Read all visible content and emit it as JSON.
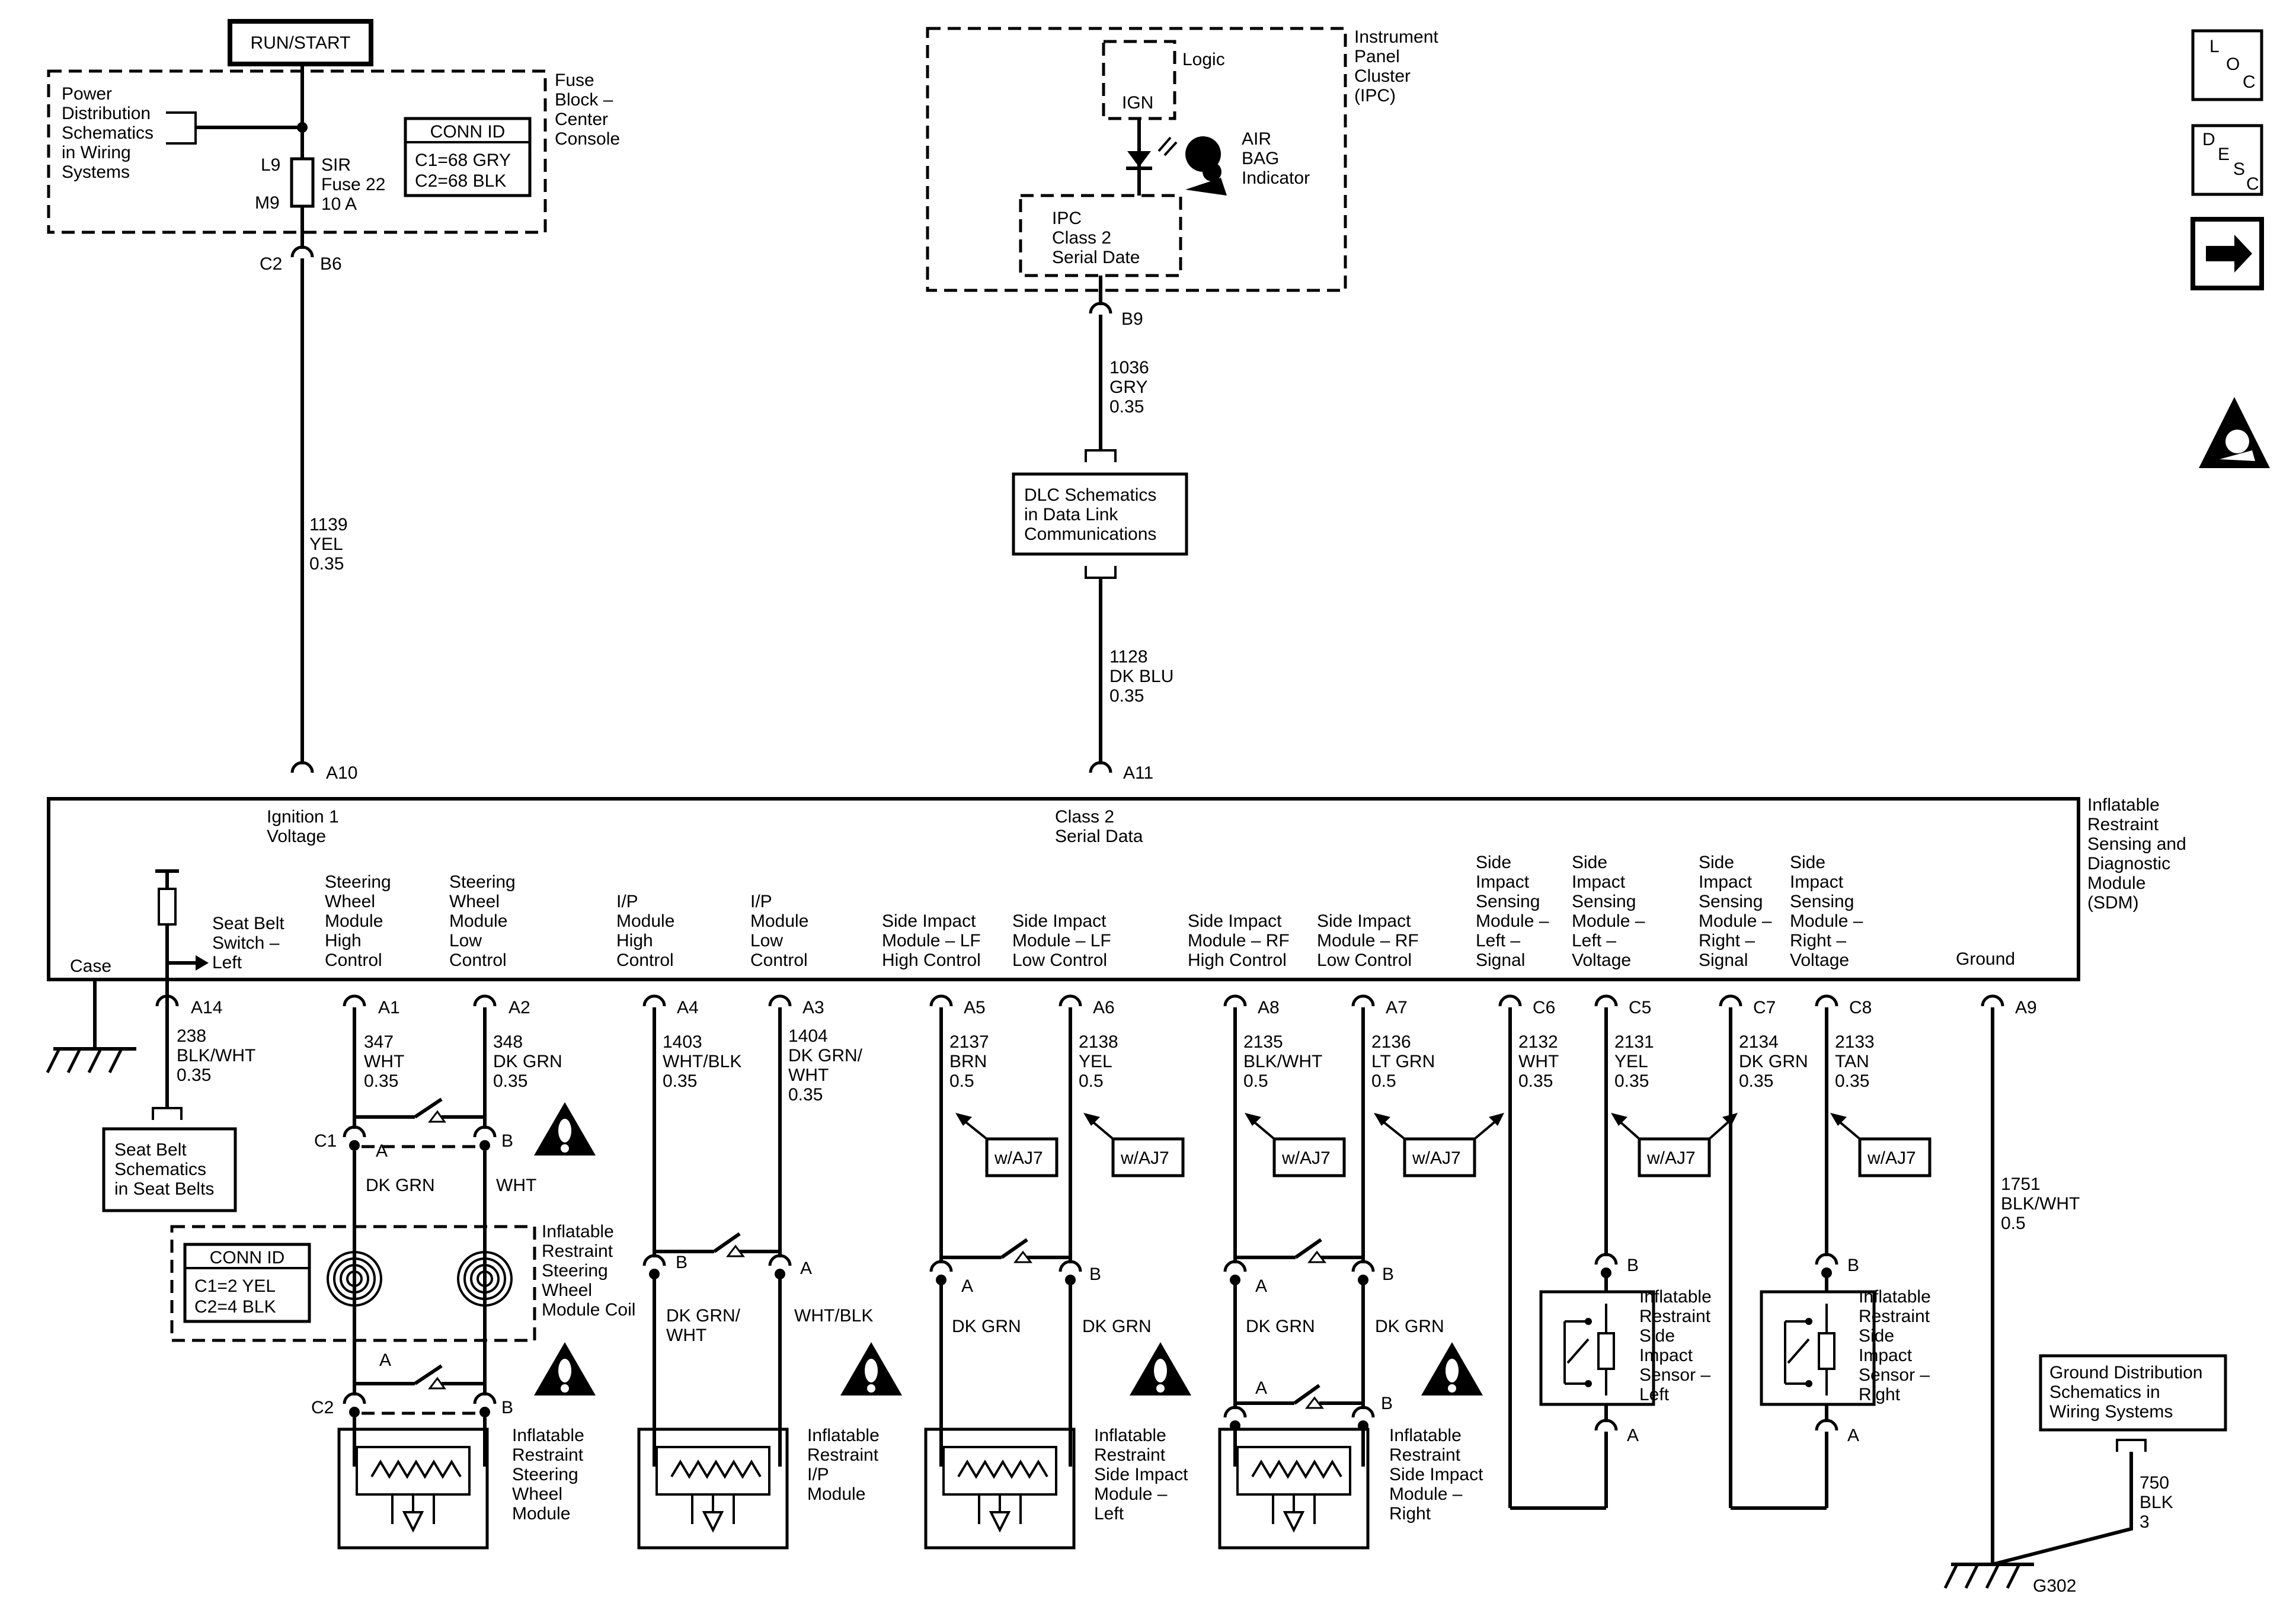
{
  "top": {
    "run_start": "RUN/START",
    "fuse_block_label": [
      "Fuse",
      "Block –",
      "Center",
      "Console"
    ],
    "power_dist_label": [
      "Power",
      "Distribution",
      "Schematics",
      "in Wiring",
      "Systems"
    ],
    "conn_id_title": "CONN ID",
    "conn_id_lines": [
      "C1=68 GRY",
      "C2=68 BLK"
    ],
    "fuse_l9": "L9",
    "fuse_m9": "M9",
    "fuse_label": [
      "SIR",
      "Fuse 22",
      "10 A"
    ],
    "c2": "C2",
    "b6": "B6",
    "wire_1139": [
      "1139",
      "YEL",
      "0.35"
    ],
    "a10": "A10"
  },
  "ipc": {
    "label": [
      "Instrument",
      "Panel",
      "Cluster",
      "(IPC)"
    ],
    "logic": "Logic",
    "ign": "IGN",
    "airbag": [
      "AIR",
      "BAG",
      "Indicator"
    ],
    "class2": [
      "IPC",
      "Class 2",
      "Serial Date"
    ],
    "b9": "B9",
    "wire_1036": [
      "1036",
      "GRY",
      "0.35"
    ],
    "dlc": [
      "DLC Schematics",
      "in Data Link",
      "Communications"
    ],
    "wire_1128": [
      "1128",
      "DK BLU",
      "0.35"
    ],
    "a11": "A11"
  },
  "side_icons": {
    "loc": [
      "L",
      "O",
      "C"
    ],
    "desc": [
      "D",
      "E",
      "S",
      "C"
    ]
  },
  "sdm": {
    "label": [
      "Inflatable",
      "Restraint",
      "Sensing and",
      "Diagnostic",
      "Module",
      "(SDM)"
    ],
    "ign_voltage": [
      "Ignition 1",
      "Voltage"
    ],
    "class2_data": [
      "Class 2",
      "Serial Data"
    ],
    "case": "Case",
    "seat_belt_switch": [
      "Seat Belt",
      "Switch –",
      "Left"
    ],
    "ground": "Ground",
    "pins": [
      {
        "label": [
          "Steering",
          "Wheel",
          "Module",
          "High",
          "Control"
        ],
        "pin": "A1",
        "wire": [
          "347",
          "WHT",
          "0.35"
        ]
      },
      {
        "label": [
          "Steering",
          "Wheel",
          "Module",
          "Low",
          "Control"
        ],
        "pin": "A2",
        "wire": [
          "348",
          "DK GRN",
          "0.35"
        ]
      },
      {
        "label": [
          "I/P",
          "Module",
          "High",
          "Control"
        ],
        "pin": "A4",
        "wire": [
          "1403",
          "WHT/BLK",
          "0.35"
        ]
      },
      {
        "label": [
          "I/P",
          "Module",
          "Low",
          "Control"
        ],
        "pin": "A3",
        "wire": [
          "1404",
          "DK GRN/",
          "WHT",
          "0.35"
        ]
      },
      {
        "label": [
          "Side Impact",
          "Module – LF",
          "High Control"
        ],
        "pin": "A5",
        "wire": [
          "2137",
          "BRN",
          "0.5"
        ]
      },
      {
        "label": [
          "Side Impact",
          "Module – LF",
          "Low Control"
        ],
        "pin": "A6",
        "wire": [
          "2138",
          "YEL",
          "0.5"
        ]
      },
      {
        "label": [
          "Side Impact",
          "Module – RF",
          "High Control"
        ],
        "pin": "A8",
        "wire": [
          "2135",
          "BLK/WHT",
          "0.5"
        ]
      },
      {
        "label": [
          "Side Impact",
          "Module – RF",
          "Low Control"
        ],
        "pin": "A7",
        "wire": [
          "2136",
          "LT GRN",
          "0.5"
        ]
      },
      {
        "label": [
          "Side",
          "Impact",
          "Sensing",
          "Module –",
          "Left –",
          "Signal"
        ],
        "pin": "C6",
        "wire": [
          "2132",
          "WHT",
          "0.35"
        ]
      },
      {
        "label": [
          "Side",
          "Impact",
          "Sensing",
          "Module –",
          "Left –",
          "Voltage"
        ],
        "pin": "C5",
        "wire": [
          "2131",
          "YEL",
          "0.35"
        ]
      },
      {
        "label": [
          "Side",
          "Impact",
          "Sensing",
          "Module –",
          "Right –",
          "Signal"
        ],
        "pin": "C7",
        "wire": [
          "2134",
          "DK GRN",
          "0.35"
        ]
      },
      {
        "label": [
          "Side",
          "Impact",
          "Sensing",
          "Module –",
          "Right –",
          "Voltage"
        ],
        "pin": "C8",
        "wire": [
          "2133",
          "TAN",
          "0.35"
        ]
      }
    ],
    "a14": "A14",
    "wire_238": [
      "238",
      "BLK/WHT",
      "0.35"
    ],
    "a9": "A9",
    "wire_1751": [
      "1751",
      "BLK/WHT",
      "0.5"
    ]
  },
  "lower": {
    "seat_belt_schem": [
      "Seat Belt",
      "Schematics",
      "in Seat Belts"
    ],
    "c1": "C1",
    "c2": "C2",
    "a": "A",
    "b": "B",
    "dk_grn": "DK GRN",
    "wht": "WHT",
    "coil_label": [
      "Inflatable",
      "Restraint",
      "Steering",
      "Wheel",
      "Module Coil"
    ],
    "coil_conn_title": "CONN ID",
    "coil_conn_lines": [
      "C1=2 YEL",
      "C2=4 BLK"
    ],
    "waj7": "w/AJ7",
    "dk_grn_wht": [
      "DK GRN/",
      "WHT"
    ],
    "wht_blk": "WHT/BLK",
    "steering_module": [
      "Inflatable",
      "Restraint",
      "Steering",
      "Wheel",
      "Module"
    ],
    "ip_module": [
      "Inflatable",
      "Restraint",
      "I/P",
      "Module"
    ],
    "side_left": [
      "Inflatable",
      "Restraint",
      "Side Impact",
      "Module –",
      "Left"
    ],
    "side_right": [
      "Inflatable",
      "Restraint",
      "Side Impact",
      "Module –",
      "Right"
    ],
    "sensor_left": [
      "Inflatable",
      "Restraint",
      "Side",
      "Impact",
      "Sensor –",
      "Left"
    ],
    "sensor_right": [
      "Inflatable",
      "Restraint",
      "Side",
      "Impact",
      "Sensor –",
      "Right"
    ],
    "ground_dist": [
      "Ground Distribution",
      "Schematics in",
      "Wiring Systems"
    ],
    "wire_750": [
      "750",
      "BLK",
      "3"
    ],
    "g302": "G302"
  }
}
